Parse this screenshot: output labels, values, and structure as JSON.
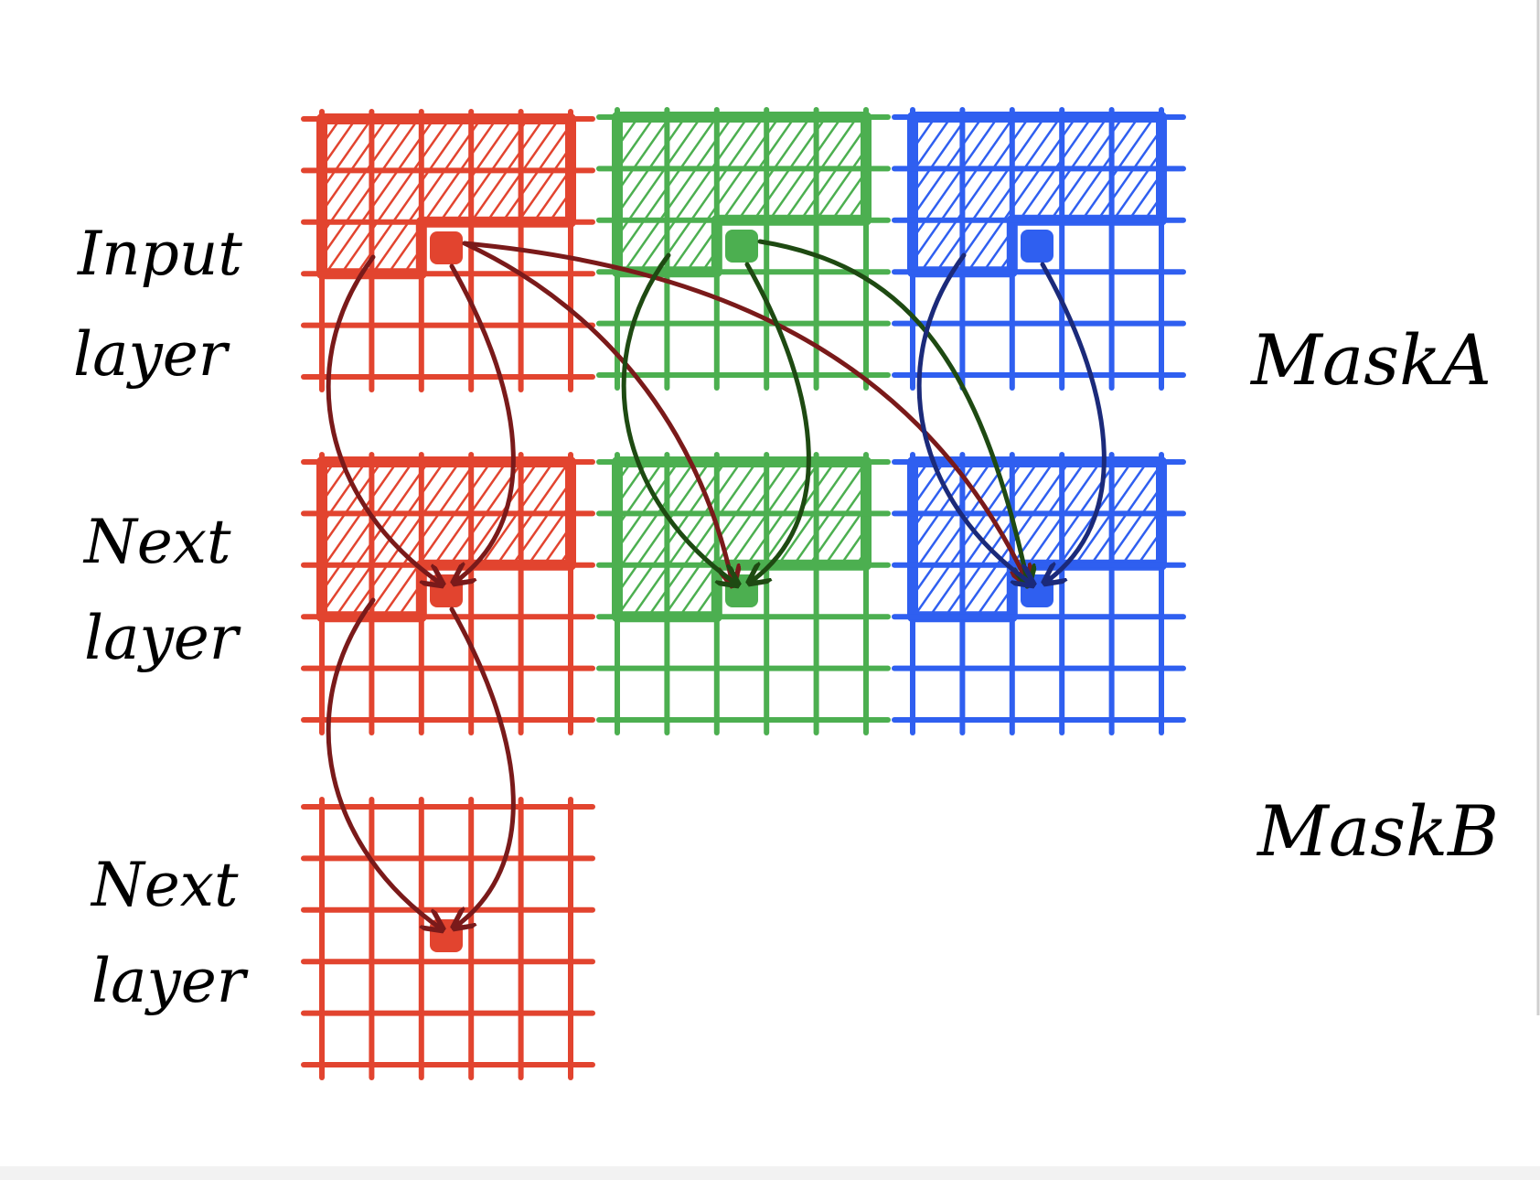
{
  "labels": {
    "row1": [
      "Input",
      "layer"
    ],
    "row2": [
      "Next",
      "layer"
    ],
    "row3": [
      "Next",
      "layer"
    ],
    "mask_a": "MaskA",
    "mask_b": "MaskB"
  },
  "colors": {
    "red": "#e2442f",
    "green": "#4caf50",
    "blue": "#2f5ff0",
    "arrow_red": "#7a1a1a",
    "arrow_green": "#1e4a12",
    "arrow_blue": "#1b2a7a",
    "text": "#000000"
  },
  "grids": [
    {
      "id": "input-red",
      "color": "red",
      "rows": 5,
      "cols": 5,
      "hatched_rows": 2,
      "hatched_cols_in_row3": 2,
      "center_marked": true
    },
    {
      "id": "input-green",
      "color": "green",
      "rows": 5,
      "cols": 5,
      "hatched_rows": 2,
      "hatched_cols_in_row3": 2,
      "center_marked": true
    },
    {
      "id": "input-blue",
      "color": "blue",
      "rows": 5,
      "cols": 5,
      "hatched_rows": 2,
      "hatched_cols_in_row3": 2,
      "center_marked": true
    },
    {
      "id": "next-red",
      "color": "red",
      "rows": 5,
      "cols": 5,
      "hatched_rows": 2,
      "hatched_cols_in_row3": 2,
      "center_marked": true
    },
    {
      "id": "next-green",
      "color": "green",
      "rows": 5,
      "cols": 5,
      "hatched_rows": 2,
      "hatched_cols_in_row3": 2,
      "center_marked": true
    },
    {
      "id": "next-blue",
      "color": "blue",
      "rows": 5,
      "cols": 5,
      "hatched_rows": 2,
      "hatched_cols_in_row3": 2,
      "center_marked": true
    },
    {
      "id": "next2-red",
      "color": "red",
      "rows": 5,
      "cols": 5,
      "hatched_rows": 0,
      "hatched_cols_in_row3": 0,
      "center_marked": true
    }
  ],
  "connections": [
    {
      "from": "input-red",
      "to": "next-red",
      "color": "arrow_red"
    },
    {
      "from": "input-red",
      "to": "next-green",
      "color": "arrow_red"
    },
    {
      "from": "input-red",
      "to": "next-blue",
      "color": "arrow_red"
    },
    {
      "from": "input-green",
      "to": "next-green",
      "color": "arrow_green"
    },
    {
      "from": "input-green",
      "to": "next-blue",
      "color": "arrow_green"
    },
    {
      "from": "input-blue",
      "to": "next-blue",
      "color": "arrow_blue"
    },
    {
      "from": "next-red",
      "to": "next2-red",
      "color": "arrow_red"
    }
  ]
}
